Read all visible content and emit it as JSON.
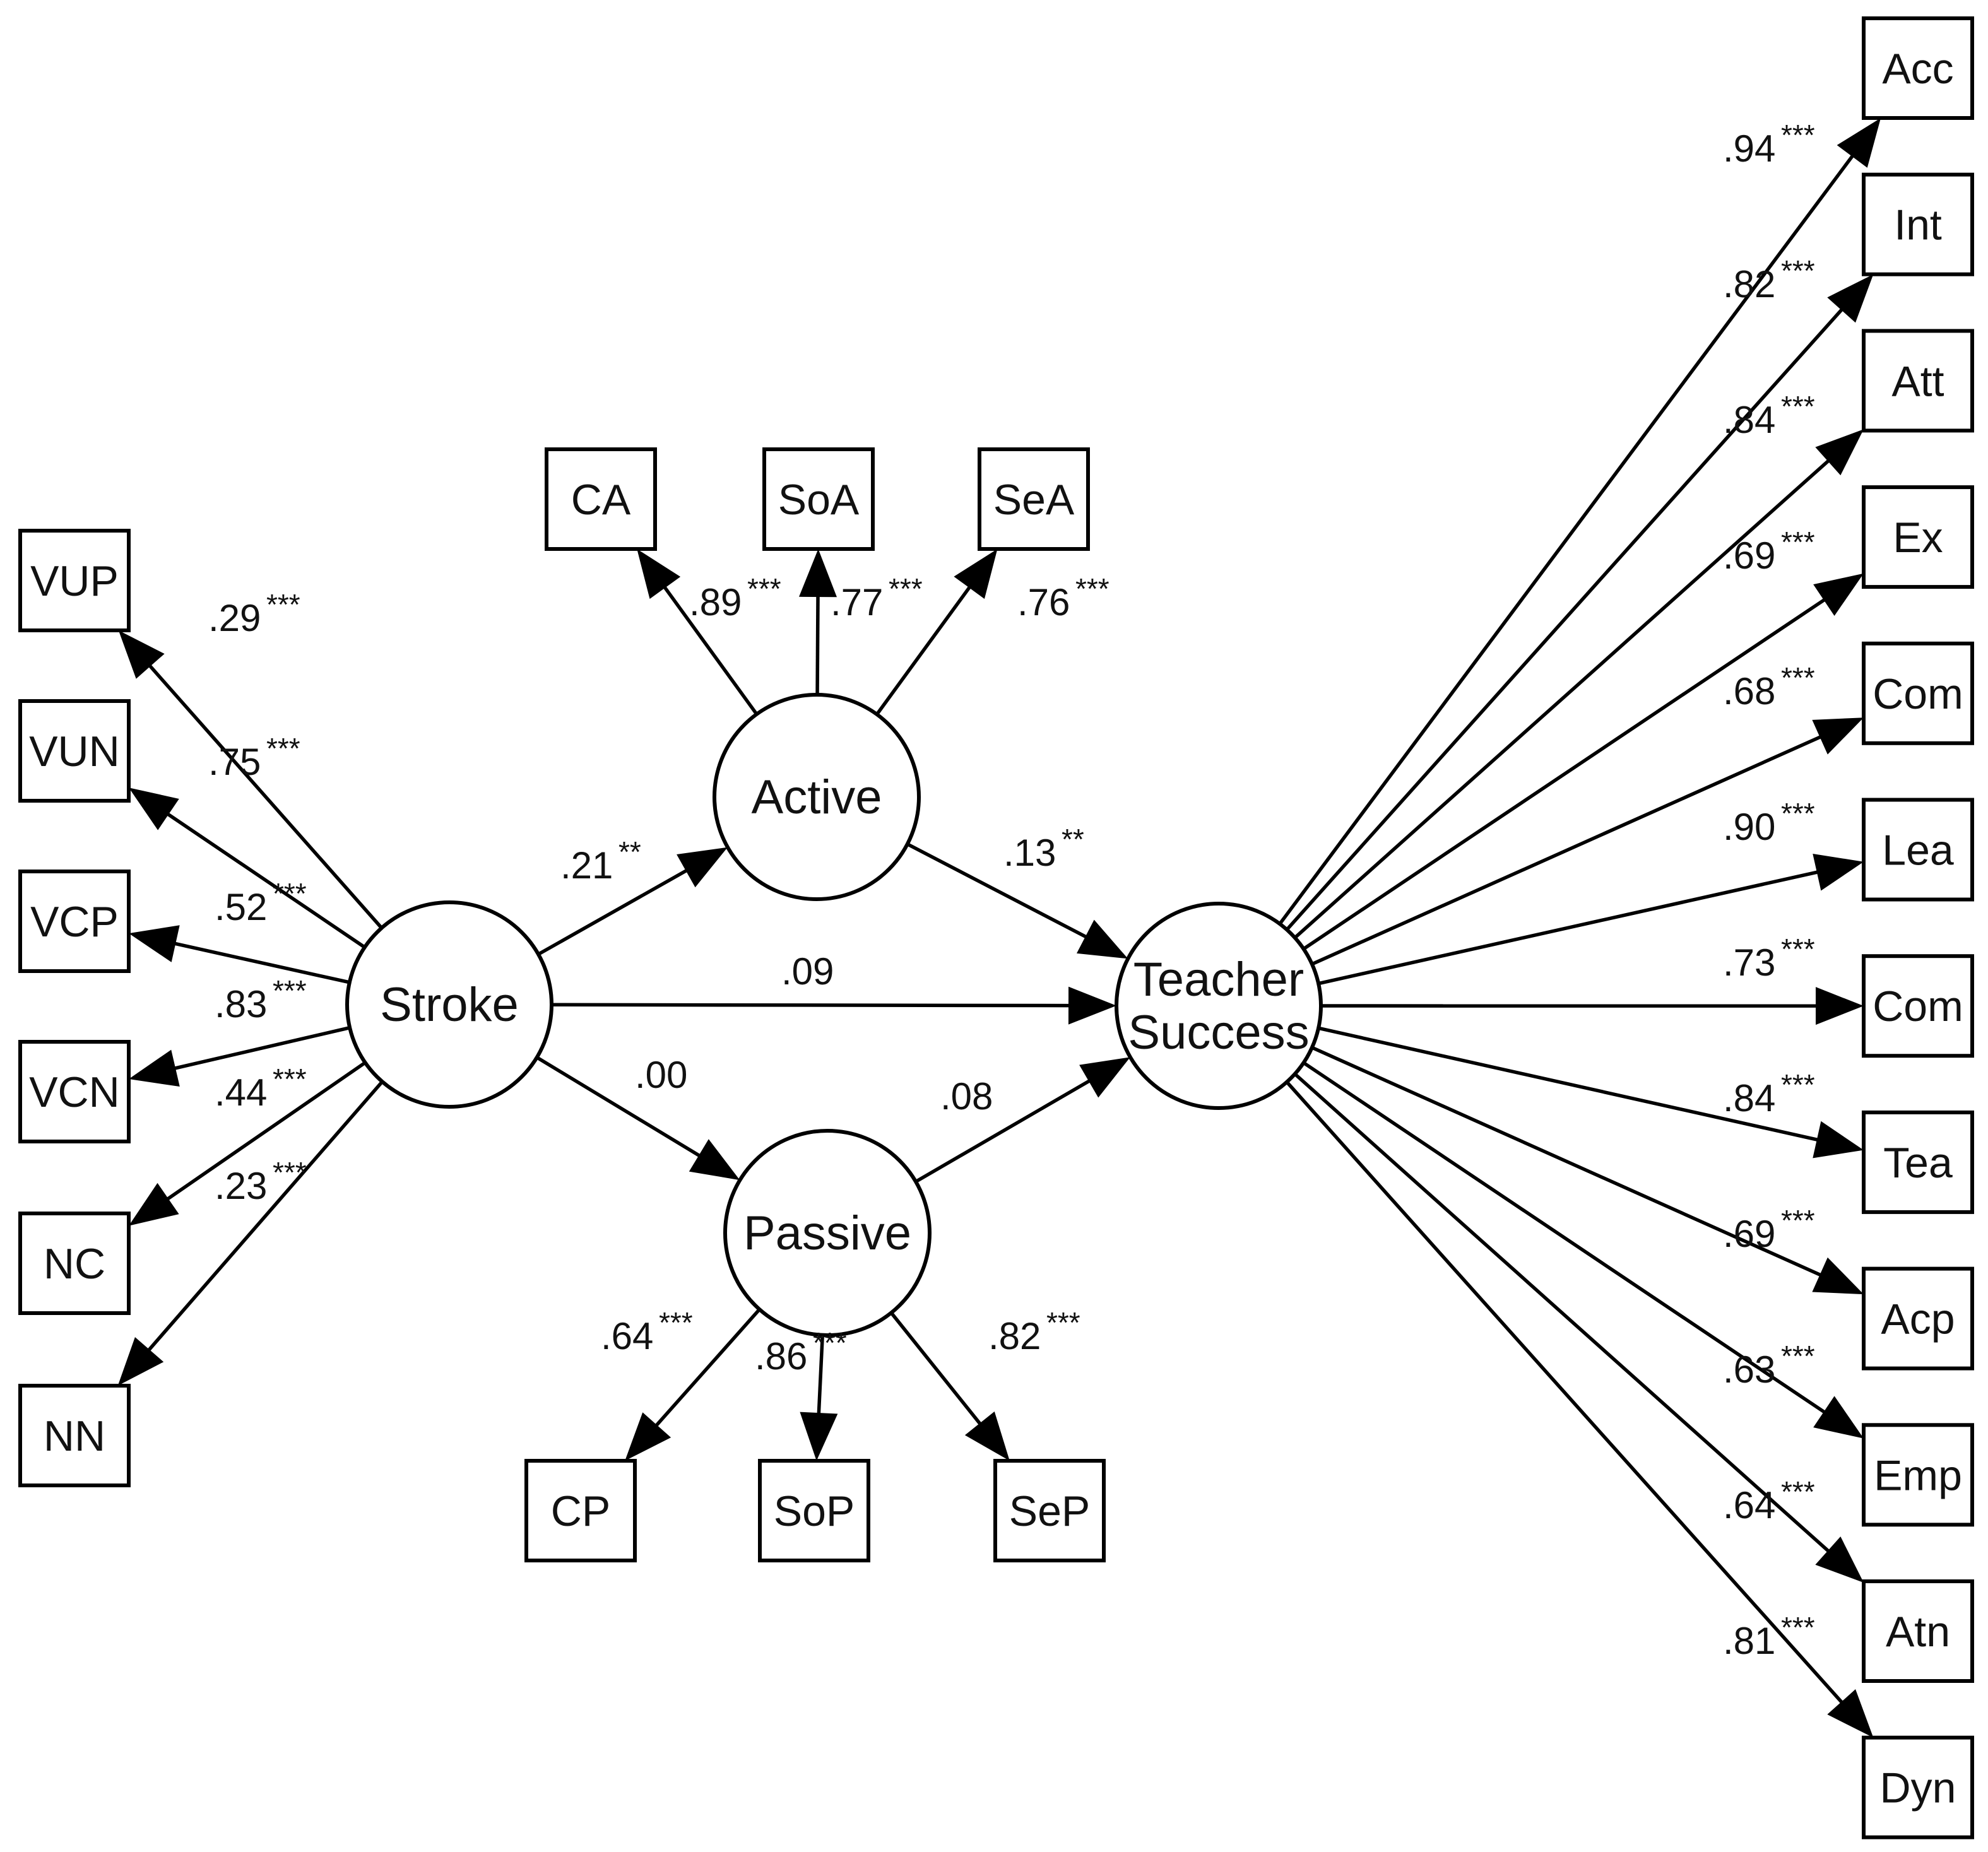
{
  "latents": {
    "stroke": "Stroke",
    "active": "Active",
    "passive": "Passive",
    "teacher_l1": "Teacher",
    "teacher_l2": "Success"
  },
  "stroke_indicators": [
    {
      "label": "VUP",
      "coef": ".29",
      "sig": "***"
    },
    {
      "label": "VUN",
      "coef": ".75",
      "sig": "***"
    },
    {
      "label": "VCP",
      "coef": ".52",
      "sig": "***"
    },
    {
      "label": "VCN",
      "coef": ".83",
      "sig": "***"
    },
    {
      "label": "NC",
      "coef": ".44",
      "sig": "***"
    },
    {
      "label": "NN",
      "coef": ".23",
      "sig": "***"
    }
  ],
  "active_indicators": [
    {
      "label": "CA",
      "coef": ".89",
      "sig": "***"
    },
    {
      "label": "SoA",
      "coef": ".77",
      "sig": "***"
    },
    {
      "label": "SeA",
      "coef": ".76",
      "sig": "***"
    }
  ],
  "passive_indicators": [
    {
      "label": "CP",
      "coef": ".64",
      "sig": "***"
    },
    {
      "label": "SoP",
      "coef": ".86",
      "sig": "***"
    },
    {
      "label": "SeP",
      "coef": ".82",
      "sig": "***"
    }
  ],
  "teacher_indicators": [
    {
      "label": "Acc",
      "coef": ".94",
      "sig": "***"
    },
    {
      "label": "Int",
      "coef": ".82",
      "sig": "***"
    },
    {
      "label": "Att",
      "coef": ".84",
      "sig": "***"
    },
    {
      "label": "Ex",
      "coef": ".69",
      "sig": "***"
    },
    {
      "label": "Com",
      "coef": ".68",
      "sig": "***"
    },
    {
      "label": "Lea",
      "coef": ".90",
      "sig": "***"
    },
    {
      "label": "Com",
      "coef": ".73",
      "sig": "***"
    },
    {
      "label": "Tea",
      "coef": ".84",
      "sig": "***"
    },
    {
      "label": "Acp",
      "coef": ".69",
      "sig": "***"
    },
    {
      "label": "Emp",
      "coef": ".63",
      "sig": "***"
    },
    {
      "label": "Atn",
      "coef": ".64",
      "sig": "***"
    },
    {
      "label": "Dyn",
      "coef": ".81",
      "sig": "***"
    }
  ],
  "structural_paths": [
    {
      "id": "stroke-active",
      "coef": ".21",
      "sig": "**"
    },
    {
      "id": "active-teacher",
      "coef": ".13",
      "sig": "**"
    },
    {
      "id": "stroke-teacher",
      "coef": ".09",
      "sig": ""
    },
    {
      "id": "stroke-passive",
      "coef": ".00",
      "sig": ""
    },
    {
      "id": "passive-teacher",
      "coef": ".08",
      "sig": ""
    }
  ]
}
